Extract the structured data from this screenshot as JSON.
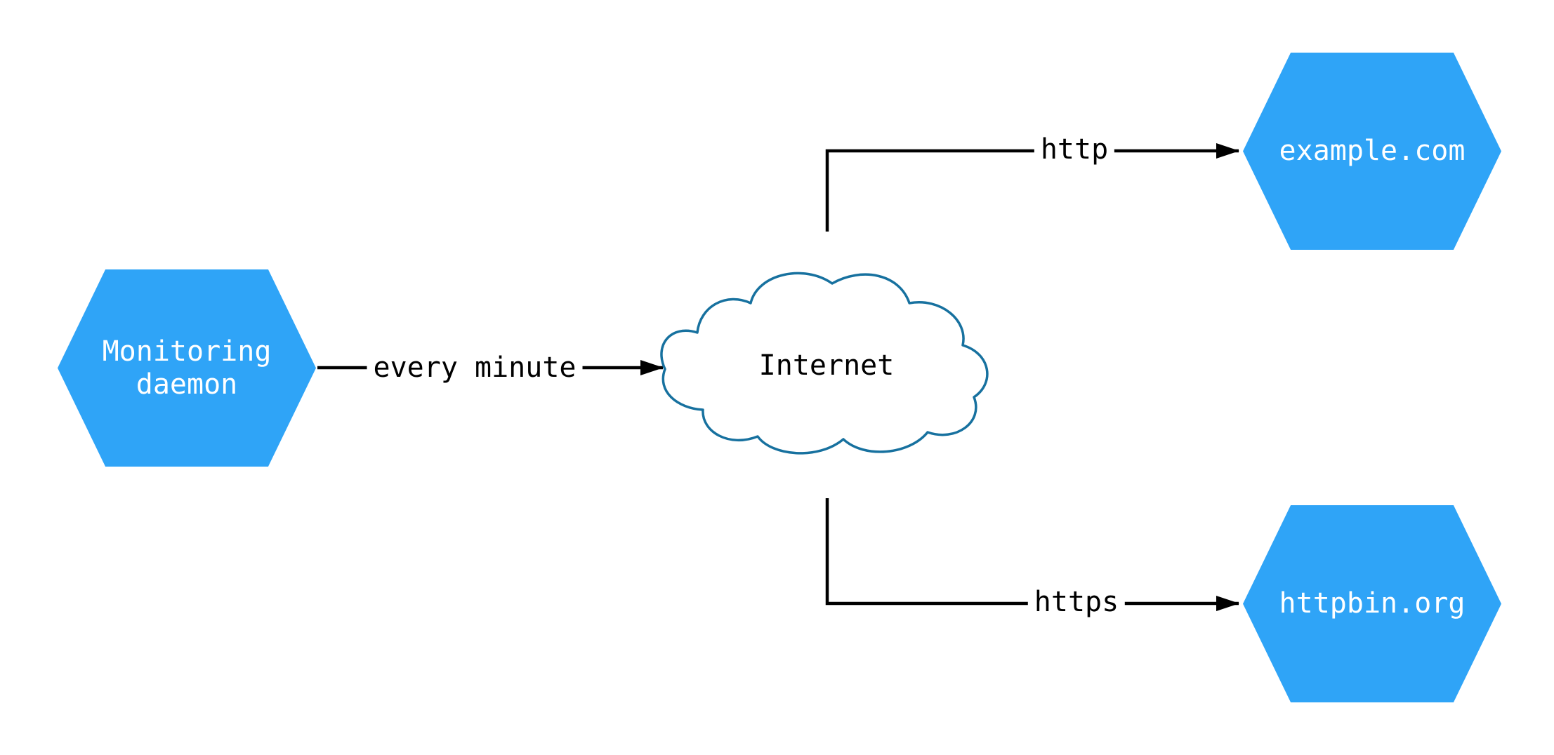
{
  "diagram": {
    "nodes": {
      "monitoring_daemon": {
        "shape": "hexagon",
        "lines": [
          "Monitoring",
          "daemon"
        ]
      },
      "internet": {
        "shape": "cloud",
        "label": "Internet"
      },
      "example_com": {
        "shape": "hexagon",
        "label": "example.com"
      },
      "httpbin_org": {
        "shape": "hexagon",
        "label": "httpbin.org"
      }
    },
    "edges": [
      {
        "from": "monitoring_daemon",
        "to": "internet",
        "label": "every minute"
      },
      {
        "from": "internet",
        "to": "example_com",
        "label": "http"
      },
      {
        "from": "internet",
        "to": "httpbin_org",
        "label": "https"
      }
    ],
    "colors": {
      "hexagon_fill": "#2fa4f7",
      "hexagon_text": "#ffffff",
      "cloud_stroke": "#17719f",
      "cloud_fill": "#ffffff",
      "edge": "#000000",
      "background": "#ffffff"
    }
  }
}
